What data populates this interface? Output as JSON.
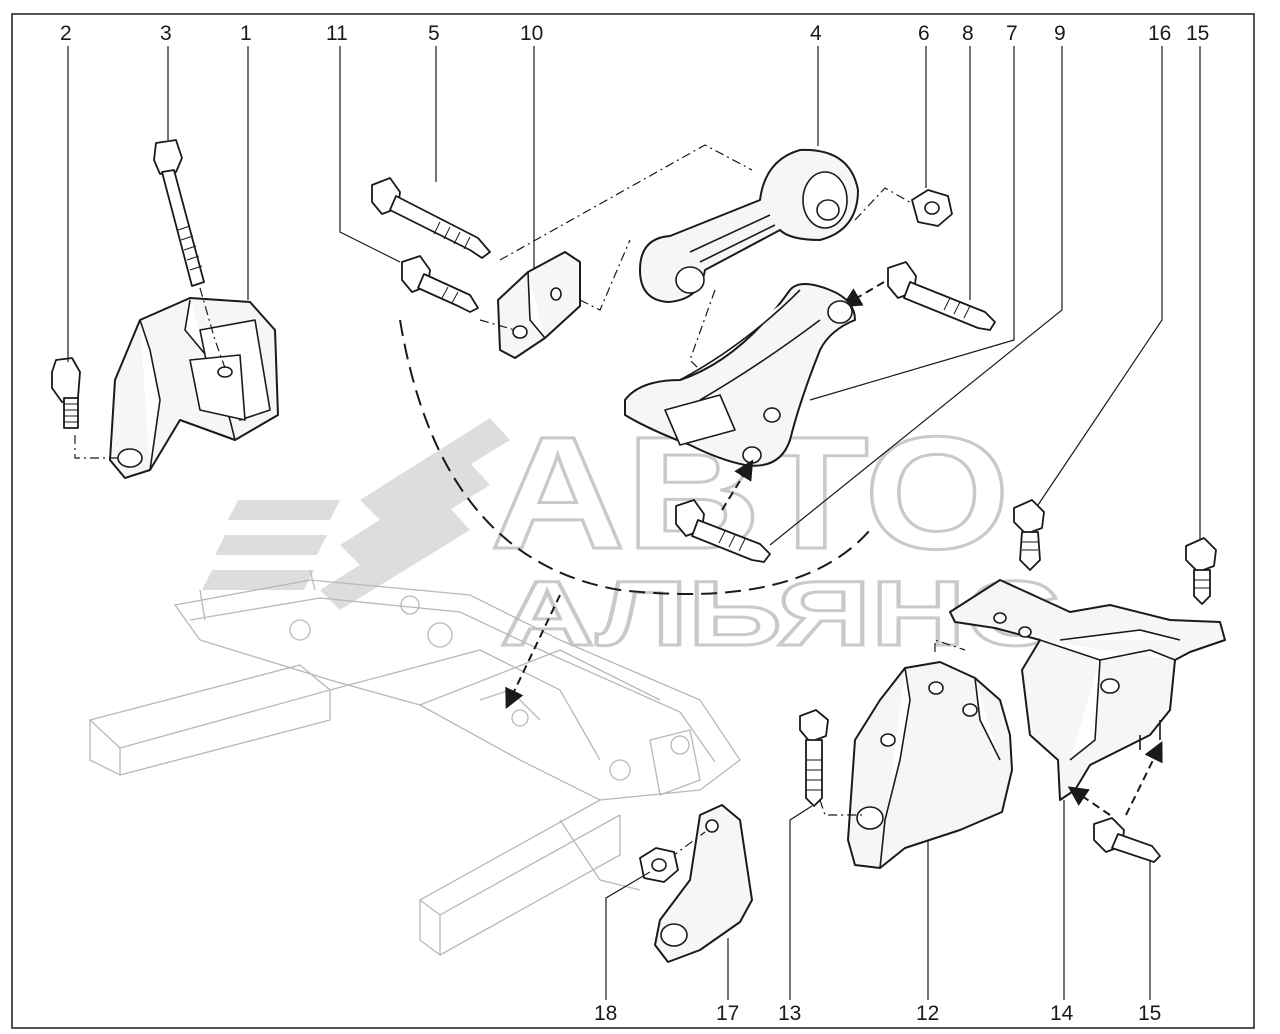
{
  "watermark": {
    "line1": "АВТО",
    "line2": "АЛЬЯНС"
  },
  "callouts": {
    "top": [
      "2",
      "3",
      "1",
      "11",
      "5",
      "10",
      "4",
      "6",
      "8",
      "7",
      "9",
      "16",
      "15"
    ],
    "bottom": [
      "18",
      "17",
      "13",
      "12",
      "14",
      "15"
    ]
  },
  "colors": {
    "line": "#1a1a1a",
    "frame": "#b8b8b8",
    "watermark": "#c9c9c9"
  }
}
